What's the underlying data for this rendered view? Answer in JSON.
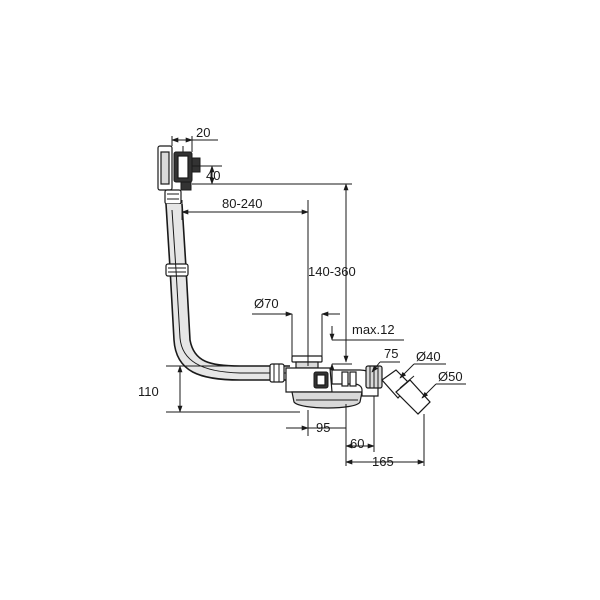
{
  "dimensions": {
    "d20": "20",
    "d40": "40",
    "d80_240": "80-240",
    "d140_360": "140-360",
    "dia70": "Ø70",
    "max12": "max.12",
    "d75": "75",
    "dia40": "Ø40",
    "dia50": "Ø50",
    "d110": "110",
    "d95": "95",
    "d60": "60",
    "d165": "165"
  }
}
